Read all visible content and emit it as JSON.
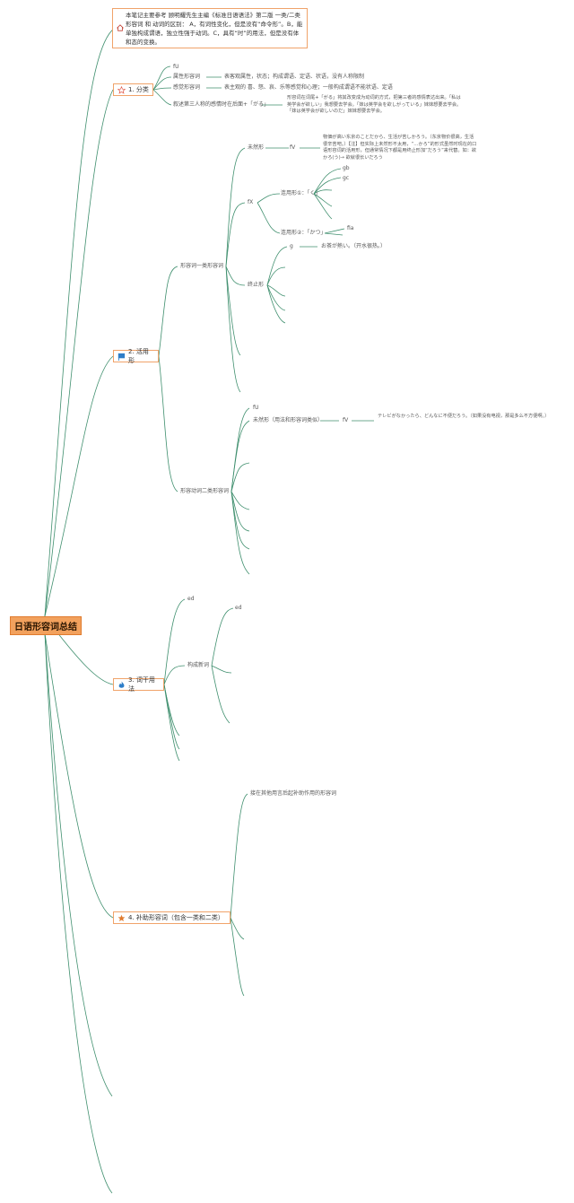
{
  "root": {
    "title": "日语形容词总结"
  },
  "note": {
    "text": "本笔记主要参考 顾明耀先生主编《标准日语语法》第二版 一类/二类形容词 和 动词的区别： A，有词性变化，但是没有“命令形”。B，能单独构成谓语，独立性强于动词。C，具有“时”的用法，但是没有体和态的变换。"
  },
  "b1": {
    "label": "1. 分类",
    "c1": "fU",
    "c2": "属性形容词",
    "c2d": "表客观属性，状态；构成谓语、定语、状语，没有人称限制",
    "c3": "感觉形容词",
    "c3d": "表主观的 喜、怒、哀、乐等感觉和心理；一般构成谓语不能状语、定语",
    "c4": "叙述第三人称的感情时在后面+「がる」",
    "c4d": "形容词在词尾+「がる」将其改变成为动词的方式，把第三者的感情表达出来。「私は英学会が欲しい」我想要去学会。「妹は英学会を欲しがっている」妹妹想要去学会。「妹は英学会が欲しいのだ」妹妹想要去学会。"
  },
  "b2": {
    "label": "2. 活用形",
    "s1": "形容词一类形容词",
    "mizen": "未然形",
    "mizen_c": "fV",
    "mizen_d": "物価が高い东京のことだから、生活が苦しかろう。（东京物价很高，生活很辛苦吧。）【注】但实际上未然形不太用，“…かろ”的形式虽然时现在的口语形容词的活用形，但通常情况下都是用终止形加“だろう”来代替。如：欲かろ(う)→ 欲就很长いだろう",
    "renyo": "fX",
    "renyo_u1": "连用形①：「く」",
    "renyo_u1a": "gb",
    "renyo_u1b": "gc",
    "renyo_u2": "连用形②：「かつ」",
    "renyo_u2a": "fia",
    "shushi": "终止形",
    "shushi_a": "g",
    "shushi_ad": "お茶が熱い。（开水很热。）",
    "s2": "形容动词二类形容词",
    "s2_a": "fU",
    "s2_b": "未然形（用法和形容词类似）",
    "s2_bc": "fV",
    "s2_bd": "テレビがなかったら、どんなに不便だろう。（如果没有电视，那是多么不方便啊。）"
  },
  "b3": {
    "label": "3. 词干用法",
    "c1": "ed",
    "c2": "构成新词",
    "c2a": "ed"
  },
  "b4": {
    "label": "4. 补助形容词（包含一类和二类）",
    "c1": "接在其他用言后起补助作用的形容词"
  },
  "colors": {
    "line": "#3f8f6e",
    "topic_border": "#f0a36a",
    "root_fill": "#f2a15d",
    "accent": "#e07b2e"
  }
}
